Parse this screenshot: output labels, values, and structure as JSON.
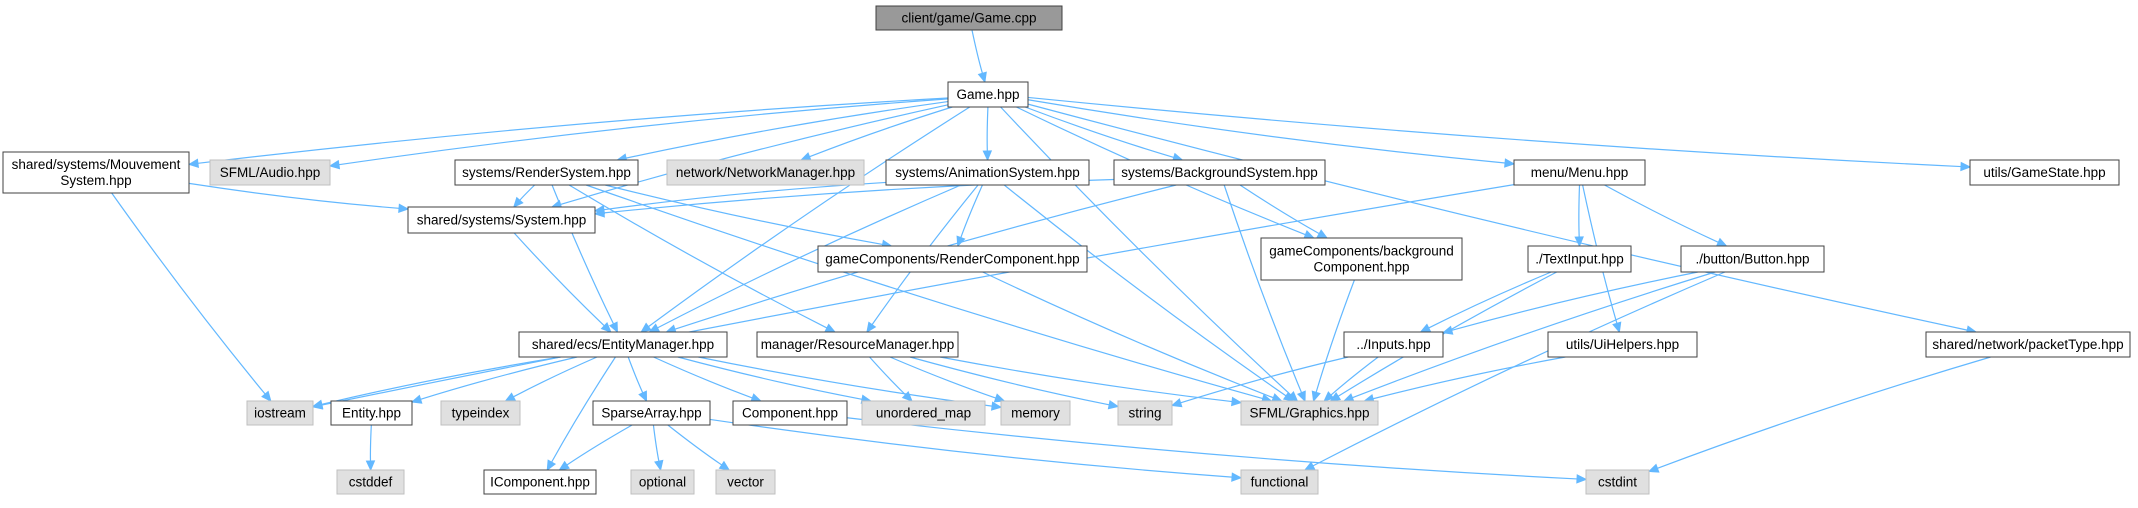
{
  "diagram": {
    "type": "include-dependency-graph",
    "colors": {
      "root_fill": "#999999",
      "local_fill": "#ffffff",
      "system_fill": "#e0e0e0",
      "border": "#404040",
      "system_border": "#bfbfbf",
      "edge": "#63b8ff"
    },
    "nodes": [
      {
        "id": "root",
        "label": "client/game/Game.cpp",
        "kind": "root"
      },
      {
        "id": "gamehpp",
        "label": "Game.hpp",
        "kind": "local"
      },
      {
        "id": "mouv",
        "lines": [
          "shared/systems/Mouvement",
          "System.hpp"
        ],
        "kind": "local"
      },
      {
        "id": "sfaudio",
        "label": "SFML/Audio.hpp",
        "kind": "system"
      },
      {
        "id": "rendersys",
        "label": "systems/RenderSystem.hpp",
        "kind": "local"
      },
      {
        "id": "netmgr",
        "label": "network/NetworkManager.hpp",
        "kind": "system"
      },
      {
        "id": "animsys",
        "label": "systems/AnimationSystem.hpp",
        "kind": "local"
      },
      {
        "id": "bgsys",
        "label": "systems/BackgroundSystem.hpp",
        "kind": "local"
      },
      {
        "id": "menu",
        "label": "menu/Menu.hpp",
        "kind": "local"
      },
      {
        "id": "gamestate",
        "label": "utils/GameState.hpp",
        "kind": "local"
      },
      {
        "id": "system",
        "label": "shared/systems/System.hpp",
        "kind": "local"
      },
      {
        "id": "rendercomp",
        "label": "gameComponents/RenderComponent.hpp",
        "kind": "local"
      },
      {
        "id": "bgcomp",
        "lines": [
          "gameComponents/background",
          "Component.hpp"
        ],
        "kind": "local"
      },
      {
        "id": "textinput",
        "label": "./TextInput.hpp",
        "kind": "local"
      },
      {
        "id": "button",
        "label": "./button/Button.hpp",
        "kind": "local"
      },
      {
        "id": "entmgr",
        "label": "shared/ecs/EntityManager.hpp",
        "kind": "local"
      },
      {
        "id": "resmgr",
        "label": "manager/ResourceManager.hpp",
        "kind": "local"
      },
      {
        "id": "inputs",
        "label": "../Inputs.hpp",
        "kind": "local"
      },
      {
        "id": "uihelpers",
        "label": "utils/UiHelpers.hpp",
        "kind": "local"
      },
      {
        "id": "packettype",
        "label": "shared/network/packetType.hpp",
        "kind": "local"
      },
      {
        "id": "iostream",
        "label": "iostream",
        "kind": "system"
      },
      {
        "id": "entity",
        "label": "Entity.hpp",
        "kind": "local"
      },
      {
        "id": "typeindex",
        "label": "typeindex",
        "kind": "system"
      },
      {
        "id": "sparse",
        "label": "SparseArray.hpp",
        "kind": "local"
      },
      {
        "id": "component",
        "label": "Component.hpp",
        "kind": "local"
      },
      {
        "id": "umap",
        "label": "unordered_map",
        "kind": "system"
      },
      {
        "id": "memory",
        "label": "memory",
        "kind": "system"
      },
      {
        "id": "string",
        "label": "string",
        "kind": "system"
      },
      {
        "id": "sfgraphics",
        "label": "SFML/Graphics.hpp",
        "kind": "system"
      },
      {
        "id": "cstddef",
        "label": "cstddef",
        "kind": "system"
      },
      {
        "id": "icomp",
        "label": "IComponent.hpp",
        "kind": "local"
      },
      {
        "id": "optional",
        "label": "optional",
        "kind": "system"
      },
      {
        "id": "vector",
        "label": "vector",
        "kind": "system"
      },
      {
        "id": "functional",
        "label": "functional",
        "kind": "system"
      },
      {
        "id": "cstdint",
        "label": "cstdint",
        "kind": "system"
      }
    ],
    "edges": [
      [
        "root",
        "gamehpp"
      ],
      [
        "gamehpp",
        "mouv"
      ],
      [
        "gamehpp",
        "sfaudio"
      ],
      [
        "gamehpp",
        "system"
      ],
      [
        "gamehpp",
        "entmgr"
      ],
      [
        "gamehpp",
        "rendersys"
      ],
      [
        "gamehpp",
        "netmgr"
      ],
      [
        "gamehpp",
        "animsys"
      ],
      [
        "gamehpp",
        "bgsys"
      ],
      [
        "gamehpp",
        "bgcomp"
      ],
      [
        "gamehpp",
        "menu"
      ],
      [
        "gamehpp",
        "sfgraphics"
      ],
      [
        "gamehpp",
        "packettype"
      ],
      [
        "gamehpp",
        "gamestate"
      ],
      [
        "mouv",
        "system"
      ],
      [
        "mouv",
        "iostream"
      ],
      [
        "rendersys",
        "system"
      ],
      [
        "rendersys",
        "entmgr"
      ],
      [
        "rendersys",
        "rendercomp"
      ],
      [
        "rendersys",
        "resmgr"
      ],
      [
        "rendersys",
        "sfgraphics"
      ],
      [
        "animsys",
        "system"
      ],
      [
        "animsys",
        "entmgr"
      ],
      [
        "animsys",
        "rendercomp"
      ],
      [
        "animsys",
        "resmgr"
      ],
      [
        "animsys",
        "sfgraphics"
      ],
      [
        "bgsys",
        "system"
      ],
      [
        "bgsys",
        "entmgr"
      ],
      [
        "bgsys",
        "bgcomp"
      ],
      [
        "bgsys",
        "sfgraphics"
      ],
      [
        "menu",
        "iostream"
      ],
      [
        "menu",
        "textinput"
      ],
      [
        "menu",
        "button"
      ],
      [
        "menu",
        "uihelpers"
      ],
      [
        "system",
        "entmgr"
      ],
      [
        "rendercomp",
        "sfgraphics"
      ],
      [
        "bgcomp",
        "sfgraphics"
      ],
      [
        "textinput",
        "inputs"
      ],
      [
        "textinput",
        "sfgraphics"
      ],
      [
        "button",
        "inputs"
      ],
      [
        "button",
        "sfgraphics"
      ],
      [
        "button",
        "functional"
      ],
      [
        "entmgr",
        "iostream"
      ],
      [
        "entmgr",
        "entity"
      ],
      [
        "entmgr",
        "typeindex"
      ],
      [
        "entmgr",
        "sparse"
      ],
      [
        "entmgr",
        "component"
      ],
      [
        "entmgr",
        "umap"
      ],
      [
        "entmgr",
        "memory"
      ],
      [
        "entmgr",
        "icomp"
      ],
      [
        "resmgr",
        "umap"
      ],
      [
        "resmgr",
        "memory"
      ],
      [
        "resmgr",
        "string"
      ],
      [
        "resmgr",
        "sfgraphics"
      ],
      [
        "inputs",
        "string"
      ],
      [
        "inputs",
        "sfgraphics"
      ],
      [
        "uihelpers",
        "sfgraphics"
      ],
      [
        "packettype",
        "cstdint"
      ],
      [
        "entity",
        "cstddef"
      ],
      [
        "sparse",
        "icomp"
      ],
      [
        "sparse",
        "optional"
      ],
      [
        "sparse",
        "vector"
      ],
      [
        "sparse",
        "functional"
      ],
      [
        "component",
        "cstdint"
      ]
    ]
  }
}
